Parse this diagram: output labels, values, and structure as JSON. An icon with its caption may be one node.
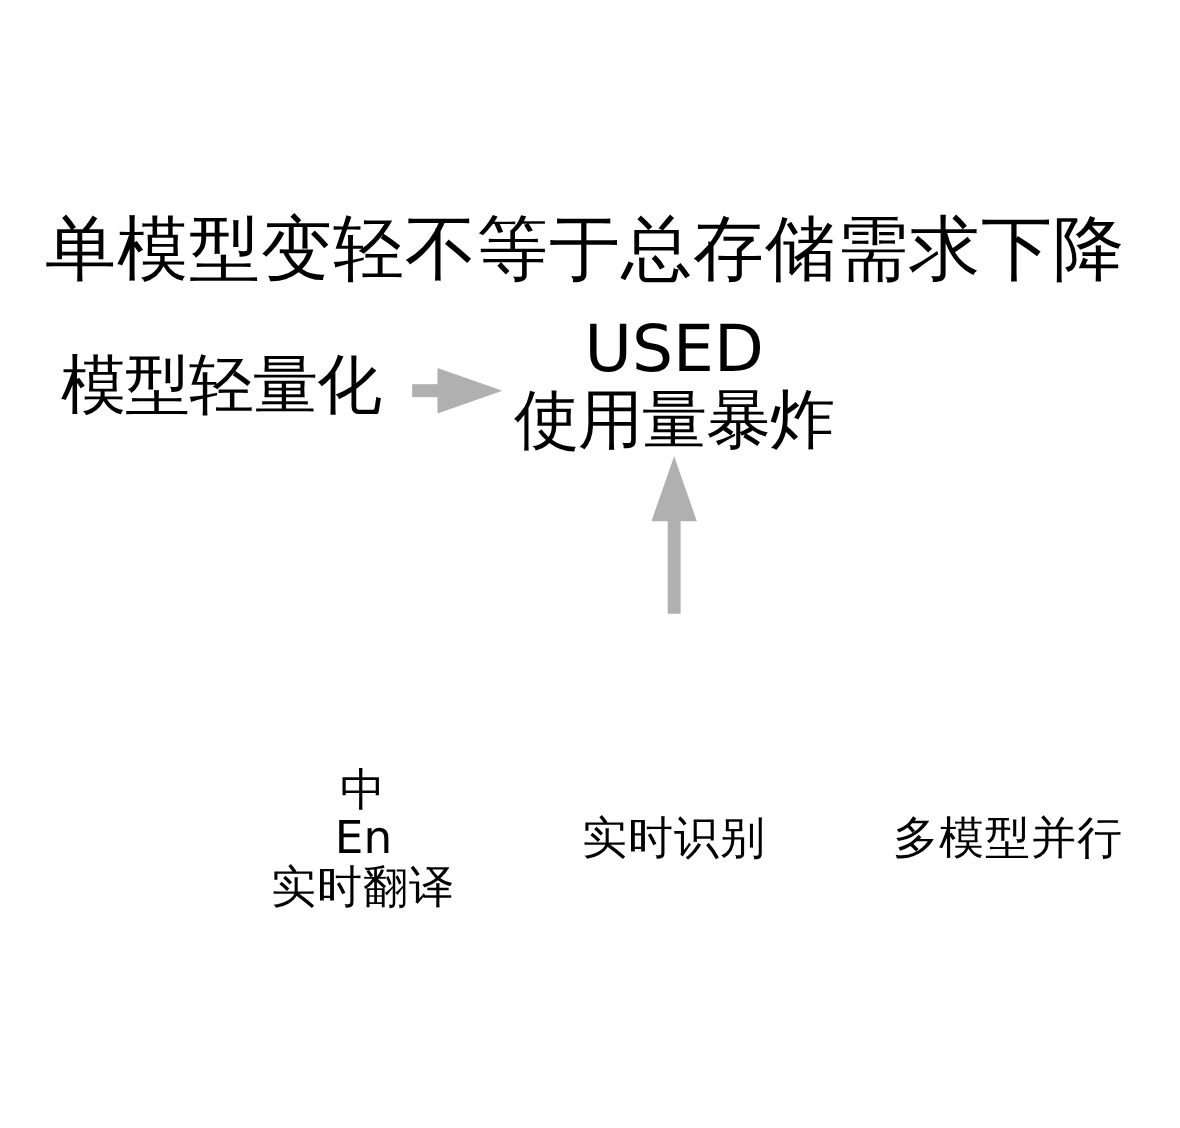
{
  "diagram": {
    "title": "单模型变轻不等于总存储需求下降",
    "nodes": [
      {
        "text": [
          "模型轻量化"
        ]
      },
      {
        "text": [
          "USED",
          "使用量暴炸"
        ]
      },
      {
        "text": [
          "中",
          "En",
          "实时翻译"
        ]
      },
      {
        "text": [
          "实时识别"
        ]
      },
      {
        "text": [
          "多模型并行"
        ]
      }
    ],
    "edges": [
      {
        "from": 0,
        "to": 1,
        "arrow": "to"
      },
      {
        "from": null,
        "to": 1,
        "arrow": "to"
      }
    ]
  }
}
